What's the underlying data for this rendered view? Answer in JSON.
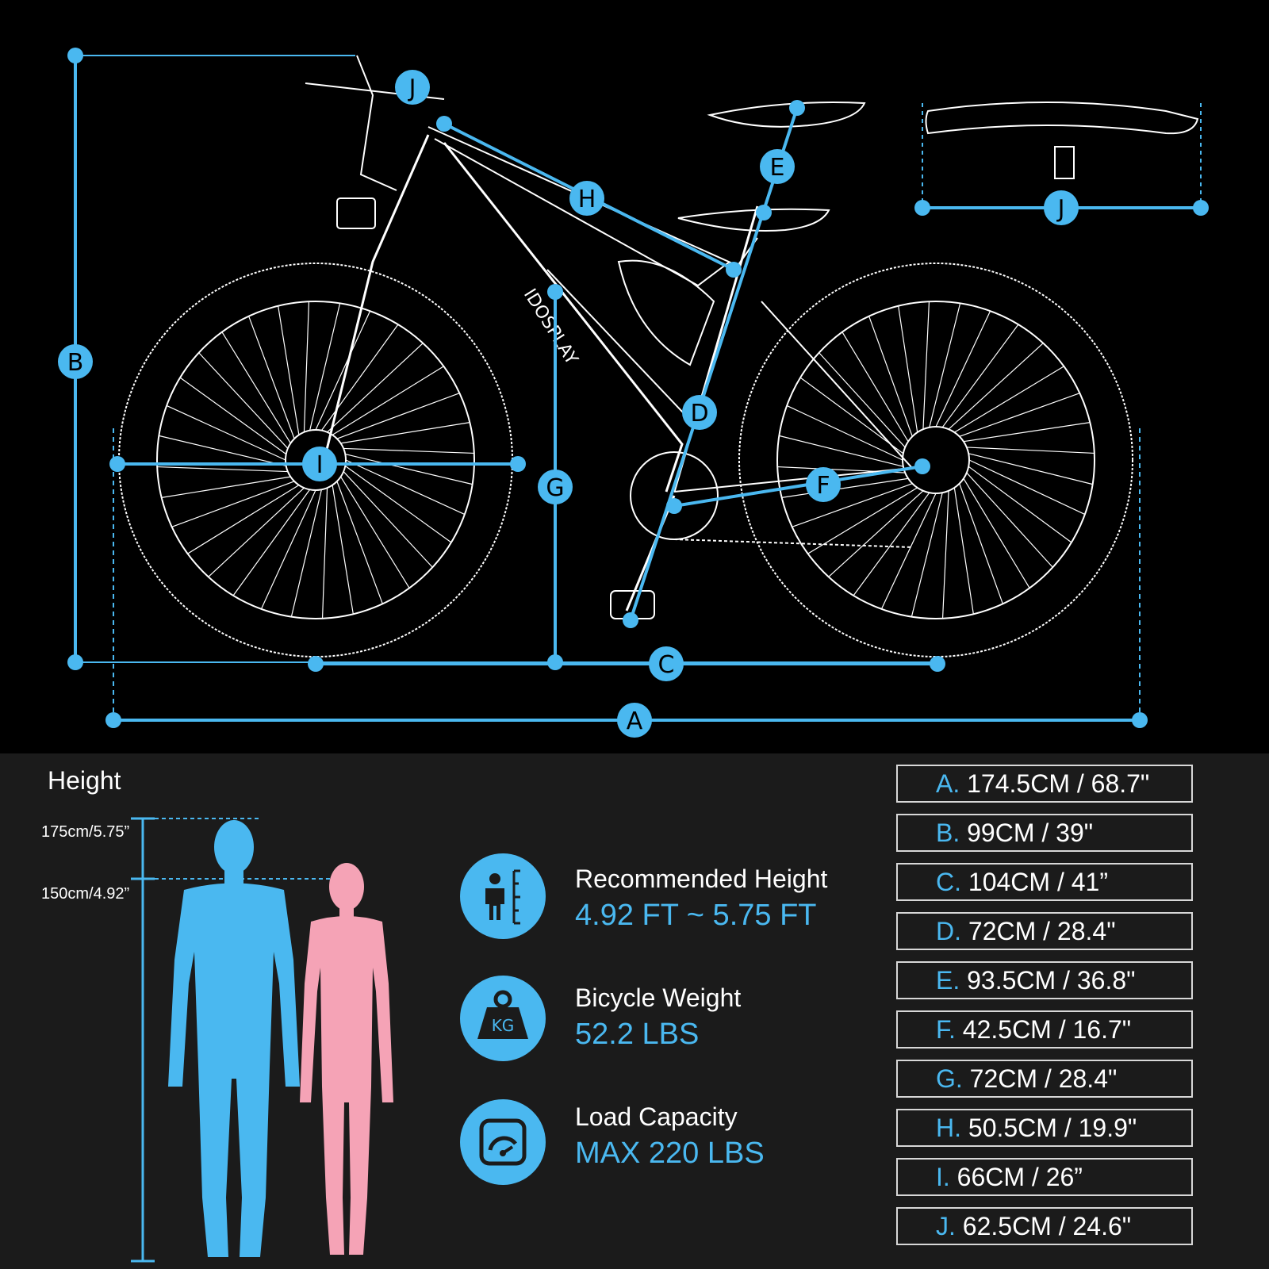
{
  "diagram": {
    "markers": [
      "A",
      "B",
      "C",
      "D",
      "E",
      "F",
      "G",
      "H",
      "I",
      "J"
    ],
    "brand_text": "IDOSPLAY"
  },
  "height_panel": {
    "title": "Height",
    "tall_label": "175cm/5.75”",
    "short_label": "150cm/4.92”"
  },
  "stats": [
    {
      "icon": "person-height-icon",
      "label": "Recommended Height",
      "value": "4.92 FT ~ 5.75 FT"
    },
    {
      "icon": "kettlebell-kg-icon",
      "label": "Bicycle Weight",
      "value": "52.2 LBS",
      "icon_text": "KG"
    },
    {
      "icon": "gauge-icon",
      "label": "Load Capacity",
      "value": "MAX 220 LBS"
    }
  ],
  "specs": [
    {
      "letter": "A.",
      "value": "174.5CM / 68.7\""
    },
    {
      "letter": "B.",
      "value": "99CM / 39\""
    },
    {
      "letter": "C.",
      "value": "104CM / 41”"
    },
    {
      "letter": "D.",
      "value": "72CM / 28.4\""
    },
    {
      "letter": "E.",
      "value": "93.5CM / 36.8\""
    },
    {
      "letter": "F.",
      "value": "42.5CM / 16.7\""
    },
    {
      "letter": "G.",
      "value": "72CM / 28.4\""
    },
    {
      "letter": "H.",
      "value": "50.5CM / 19.9\""
    },
    {
      "letter": "I.",
      "value": "66CM / 26”"
    },
    {
      "letter": "J.",
      "value": "62.5CM / 24.6\""
    }
  ],
  "colors": {
    "accent": "#4ab8f0",
    "female": "#f5a3b6",
    "bg_bottom": "#1b1b1b"
  }
}
